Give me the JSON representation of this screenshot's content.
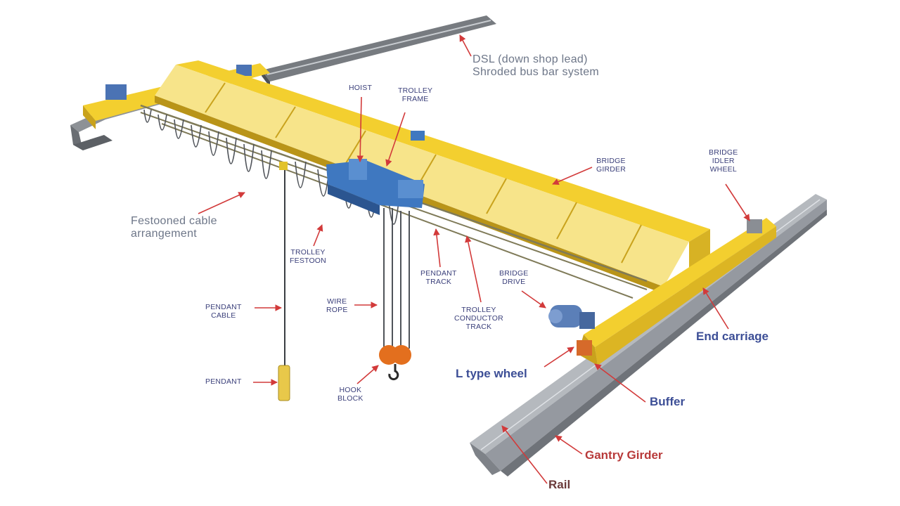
{
  "labels": {
    "dsl_line1": "DSL (down shop lead)",
    "dsl_line2": "Shroded bus bar system",
    "hoist": "HOIST",
    "trolley_frame_line1": "TROLLEY",
    "trolley_frame_line2": "FRAME",
    "bridge_girder_line1": "BRIDGE",
    "bridge_girder_line2": "GIRDER",
    "bridge_idler_line1": "BRIDGE",
    "bridge_idler_line2": "IDLER",
    "bridge_idler_line3": "WHEEL",
    "festooned_line1": "Festooned cable",
    "festooned_line2": "arrangement",
    "trolley_festoon_line1": "TROLLEY",
    "trolley_festoon_line2": "FESTOON",
    "pendant_track_line1": "PENDANT",
    "pendant_track_line2": "TRACK",
    "bridge_drive_line1": "BRIDGE",
    "bridge_drive_line2": "DRIVE",
    "trolley_conductor_line1": "TROLLEY",
    "trolley_conductor_line2": "CONDUCTOR",
    "trolley_conductor_line3": "TRACK",
    "pendant_cable_line1": "PENDANT",
    "pendant_cable_line2": "CABLE",
    "wire_rope_line1": "WIRE",
    "wire_rope_line2": "ROPE",
    "pendant": "PENDANT",
    "hook_block_line1": "HOOK",
    "hook_block_line2": "BLOCK",
    "end_carriage": "End carriage",
    "l_type_wheel": "L type wheel",
    "buffer": "Buffer",
    "gantry_girder": "Gantry Girder",
    "rail": "Rail"
  },
  "colors": {
    "girder_yellow": "#f3cf2f",
    "girder_light": "#f7e48a",
    "trolley_blue": "#3f78c0",
    "hook_orange": "#e36f1e",
    "steel_gray": "#a9adb2",
    "arrow_red": "#d23a3a",
    "label_blue": "#3c4e96"
  }
}
